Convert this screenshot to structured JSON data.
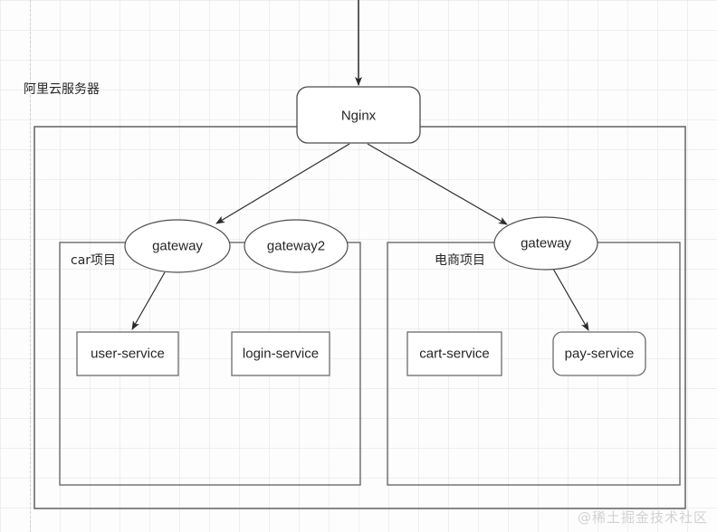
{
  "diagram": {
    "title_label": "阿里云服务器",
    "watermark": "@稀土掘金技术社区",
    "stroke_color": "#4d4d4d",
    "text_color": "#262626",
    "grid_color": "#c8cdd2",
    "watermark_color": "#d2d2d2",
    "nodes": {
      "nginx": "Nginx",
      "gateway_left": "gateway",
      "gateway2": "gateway2",
      "gateway_right": "gateway",
      "user_service": "user-service",
      "login_service": "login-service",
      "cart_service": "cart-service",
      "pay_service": "pay-service"
    },
    "groups": {
      "car_project": "car项目",
      "ecommerce_project": "电商项目"
    }
  }
}
